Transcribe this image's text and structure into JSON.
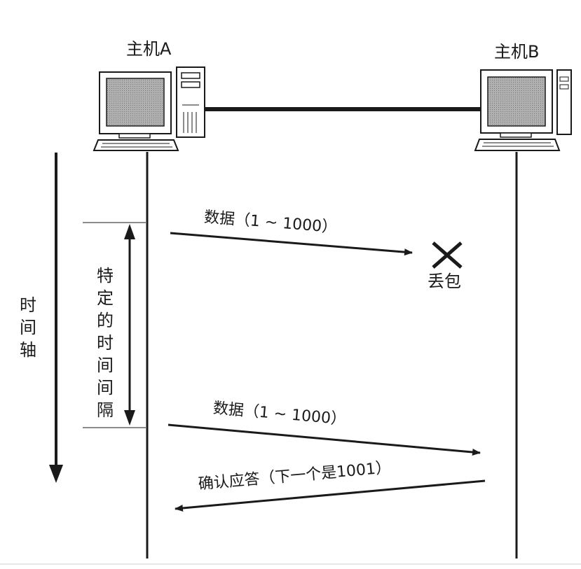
{
  "hosts": {
    "a": {
      "label": "主机A"
    },
    "b": {
      "label": "主机B"
    }
  },
  "axis": {
    "time_axis_label": "时间轴",
    "interval_label": "特定的时间间隔"
  },
  "messages": {
    "first_send": {
      "label": "数据（1 ~ 1000）"
    },
    "lost": {
      "label": "丢包"
    },
    "resend": {
      "label": "数据（1 ~ 1000）"
    },
    "ack": {
      "label": "确认应答（下一个是1001）"
    }
  },
  "colors": {
    "line": "#1a1a1a",
    "monitor_screen": "#9a9a9a",
    "monitor_body": "#ffffff"
  }
}
